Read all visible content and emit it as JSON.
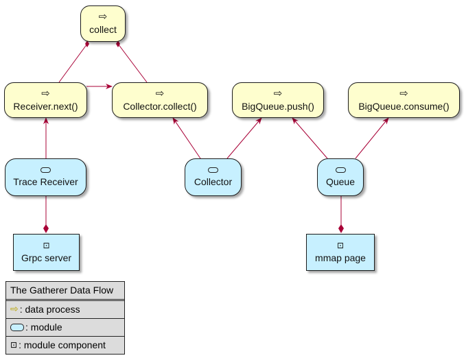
{
  "nodes": {
    "collect": {
      "label": "collect",
      "icon": "arrow-icon"
    },
    "receiver_next": {
      "label": "Receiver.next()",
      "icon": "arrow-icon"
    },
    "collector_collect": {
      "label": "Collector.collect()",
      "icon": "arrow-icon"
    },
    "bigqueue_push": {
      "label": "BigQueue.push()",
      "icon": "arrow-icon"
    },
    "bigqueue_consume": {
      "label": "BigQueue.consume()",
      "icon": "arrow-icon"
    },
    "trace_receiver": {
      "label": "Trace Receiver",
      "icon": "module-icon"
    },
    "collector": {
      "label": "Collector",
      "icon": "module-icon"
    },
    "queue": {
      "label": "Queue",
      "icon": "module-icon"
    },
    "grpc_server": {
      "label": "Grpc server",
      "icon": "component-icon"
    },
    "mmap_page": {
      "label": "mmap page",
      "icon": "component-icon"
    }
  },
  "legend": {
    "title": "The Gatherer Data Flow",
    "data_process": ": data process",
    "module": ": module",
    "module_component": ": module component"
  },
  "colors": {
    "process_fill": "#fefece",
    "module_fill": "#c7f0ff",
    "edge": "#a80036",
    "legend_fill": "#dcdcdc"
  }
}
